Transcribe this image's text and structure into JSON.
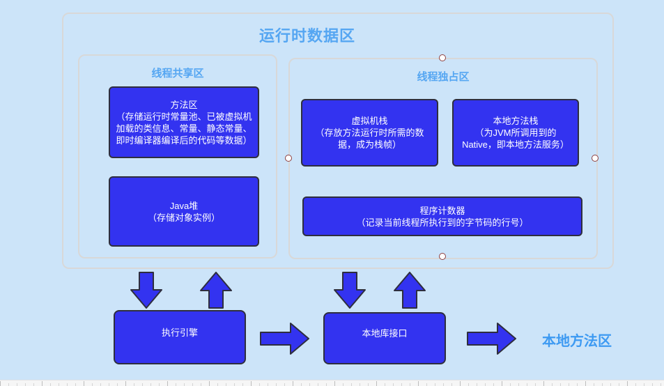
{
  "colors": {
    "background": "#cce4f9",
    "node_fill": "#3333f0",
    "node_border": "#2e2e3e",
    "container_border": "#d8d8d8",
    "heading_text": "#55a6f2",
    "external_label_text": "#3d9af2",
    "node_text": "#ffffff",
    "selection_handle_ring": "#8d3f3f"
  },
  "diagram": {
    "title": "运行时数据区",
    "shared_region": {
      "label": "线程共享区",
      "method_area": {
        "title": "方法区",
        "desc": "（存储运行时常量池、已被虚拟机加载的类信息、常量、静态常量、即时编译器编译后的代码等数据）"
      },
      "heap": {
        "title": "Java堆",
        "desc": "（存储对象实例）"
      }
    },
    "exclusive_region": {
      "label": "线程独占区",
      "vm_stack": {
        "title": "虚拟机栈",
        "desc": "（存放方法运行时所需的数据，成为栈帧）"
      },
      "native_method_stack": {
        "title": "本地方法栈",
        "desc": "（为JVM所调用到的Native，即本地方法服务）"
      },
      "program_counter": {
        "title": "程序计数器",
        "desc": "（记录当前线程所执行到的字节码的行号）"
      }
    },
    "bottom": {
      "execution_engine": "执行引擎",
      "native_library_interface": "本地库接口",
      "native_method_area": "本地方法区"
    }
  }
}
